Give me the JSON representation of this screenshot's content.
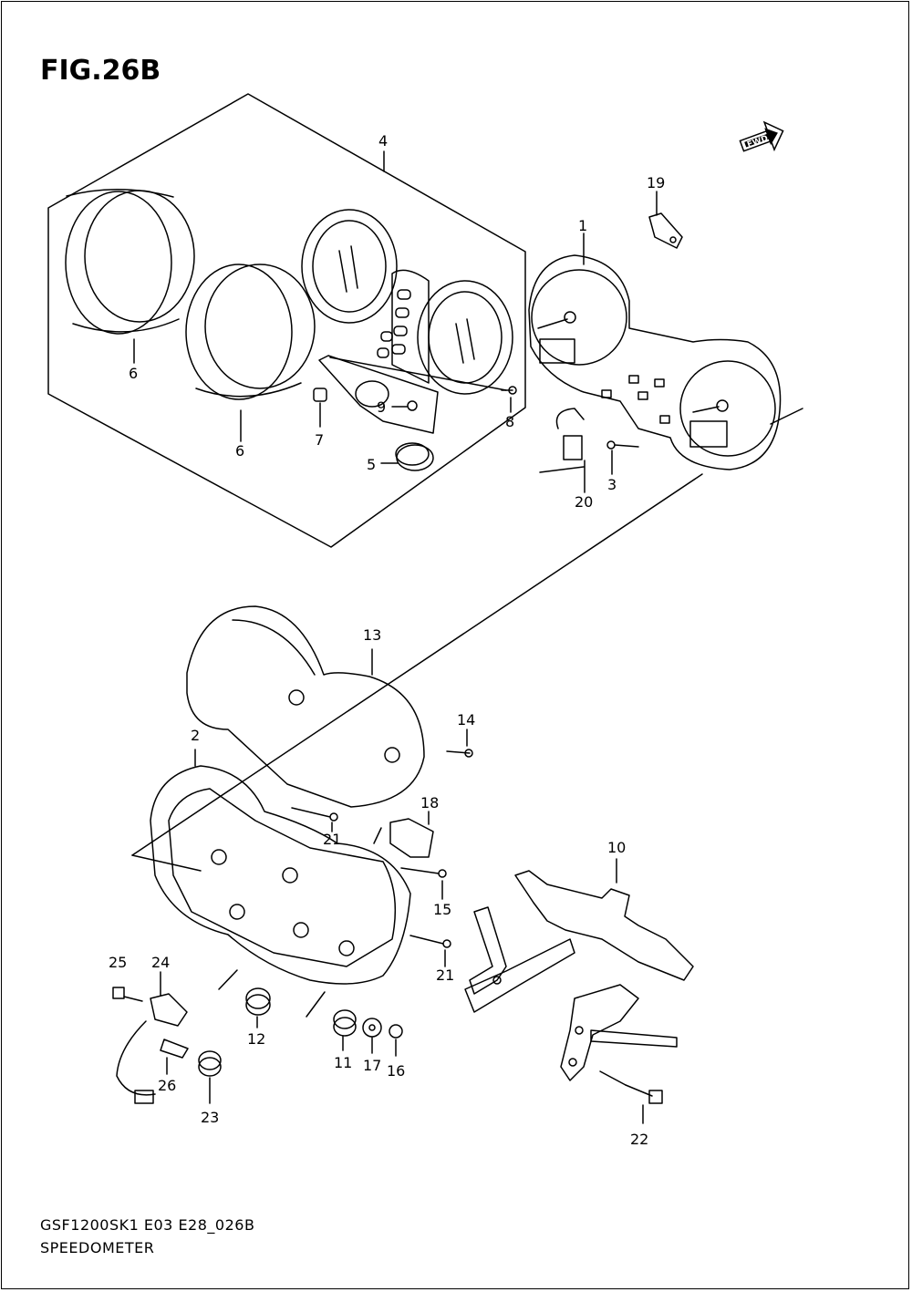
{
  "figure": {
    "title": "FIG.26B",
    "fwd_label": "FWD"
  },
  "footer": {
    "model_code": "GSF1200SK1 E03 E28_026B",
    "section_name": "SPEEDOMETER"
  },
  "parts": [
    {
      "id": "label-1",
      "text": "1"
    },
    {
      "id": "label-2",
      "text": "2"
    },
    {
      "id": "label-3",
      "text": "3"
    },
    {
      "id": "label-4",
      "text": "4"
    },
    {
      "id": "label-5",
      "text": "5"
    },
    {
      "id": "label-6a",
      "text": "6"
    },
    {
      "id": "label-6b",
      "text": "6"
    },
    {
      "id": "label-7",
      "text": "7"
    },
    {
      "id": "label-8",
      "text": "8"
    },
    {
      "id": "label-9",
      "text": "9"
    },
    {
      "id": "label-10",
      "text": "10"
    },
    {
      "id": "label-11",
      "text": "11"
    },
    {
      "id": "label-12",
      "text": "12"
    },
    {
      "id": "label-13",
      "text": "13"
    },
    {
      "id": "label-14",
      "text": "14"
    },
    {
      "id": "label-15",
      "text": "15"
    },
    {
      "id": "label-16",
      "text": "16"
    },
    {
      "id": "label-17",
      "text": "17"
    },
    {
      "id": "label-18",
      "text": "18"
    },
    {
      "id": "label-19",
      "text": "19"
    },
    {
      "id": "label-20",
      "text": "20"
    },
    {
      "id": "label-21a",
      "text": "21"
    },
    {
      "id": "label-21b",
      "text": "21"
    },
    {
      "id": "label-22",
      "text": "22"
    },
    {
      "id": "label-23",
      "text": "23"
    },
    {
      "id": "label-24",
      "text": "24"
    },
    {
      "id": "label-25",
      "text": "25"
    },
    {
      "id": "label-26",
      "text": "26"
    }
  ]
}
